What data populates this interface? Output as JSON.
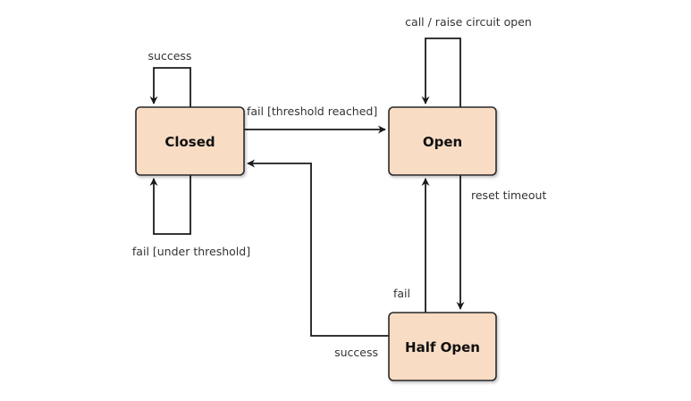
{
  "diagram": {
    "states": {
      "closed": "Closed",
      "open": "Open",
      "half_open": "Half Open"
    },
    "transitions": {
      "closed_success": "success",
      "closed_to_open": "fail [threshold reached]",
      "closed_fail_under": "fail [under threshold]",
      "open_call": "call / raise circuit open",
      "open_reset_timeout": "reset timeout",
      "half_open_fail": "fail",
      "half_open_success": "success"
    }
  }
}
